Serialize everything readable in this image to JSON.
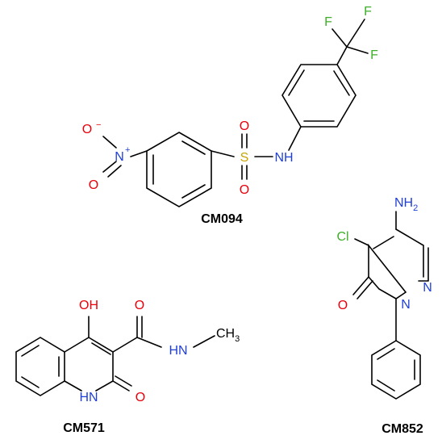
{
  "colors": {
    "oxygen": "#e8000b",
    "nitrogen": "#1f3fd6",
    "fluorine": "#3fae2a",
    "chlorine": "#3fae2a",
    "sulfur": "#c8a300",
    "carbon": "#000000"
  },
  "compounds": [
    {
      "name": "CM094",
      "atoms": {
        "o_minus": "O",
        "o_minus_charge": "−",
        "n_nitro": "N",
        "n_nitro_charge": "+",
        "o_nitro": "O",
        "s": "S",
        "o_s_top": "O",
        "o_s_bottom": "O",
        "nh": "NH",
        "f1": "F",
        "f2": "F",
        "f3": "F"
      }
    },
    {
      "name": "CM571",
      "atoms": {
        "oh": "OH",
        "o_amide": "O",
        "hn": "HN",
        "ch": "CH",
        "ch_sub": "3",
        "nh_ring": "HN",
        "o_ring": "O"
      }
    },
    {
      "name": "CM852",
      "atoms": {
        "nh": "NH",
        "nh_sub": "2",
        "cl": "Cl",
        "n_ring": "N",
        "n_ring2": "N",
        "o_ring": "O"
      }
    }
  ]
}
